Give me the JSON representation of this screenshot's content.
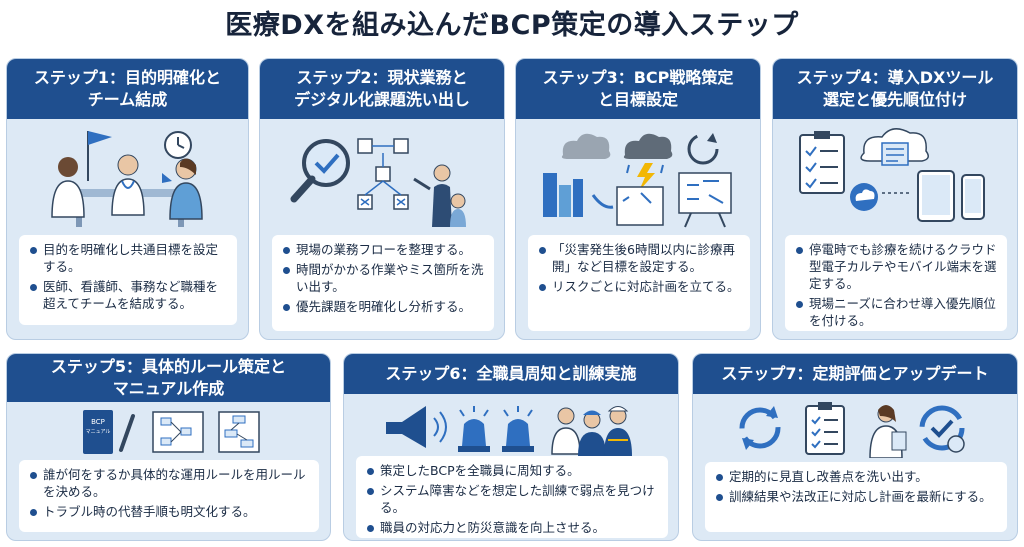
{
  "title": "医療DXを組み込んだBCP策定の導入ステップ",
  "steps": [
    {
      "heading": [
        "ステップ1：目的明確化と",
        "チーム結成"
      ],
      "bullets": [
        "目的を明確化し共通目標を設定する。",
        "医師、看護師、事務など職種を超えてチームを結成する。"
      ]
    },
    {
      "heading": [
        "ステップ2：現状業務と",
        "デジタル化課題洗い出し"
      ],
      "bullets": [
        "現場の業務フローを整理する。",
        "時間がかかる作業やミス箇所を洗い出す。",
        "優先課題を明確化し分析する。"
      ]
    },
    {
      "heading": [
        "ステップ3：BCP戦略策定",
        "と目標設定"
      ],
      "bullets": [
        "「災害発生後6時間以内に診療再開」など目標を設定する。",
        "リスクごとに対応計画を立てる。"
      ]
    },
    {
      "heading": [
        "ステップ4：導入DXツール",
        "選定と優先順位付け"
      ],
      "bullets": [
        "停電時でも診療を続けるクラウド型電子カルテやモバイル端末を選定する。",
        "現場ニーズに合わせ導入優先順位を付ける。"
      ]
    },
    {
      "heading": [
        "ステップ5：具体的ルール策定と",
        "マニュアル作成"
      ],
      "bullets": [
        "誰が何をするか具体的な運用ルールを用ルールを決める。",
        "トラブル時の代替手順も明文化する。"
      ],
      "book_label_1": "BCP",
      "book_label_2": "マニュアル"
    },
    {
      "heading": [
        "ステップ6：全職員周知と訓練実施"
      ],
      "bullets": [
        "策定したBCPを全職員に周知する。",
        "システム障害などを想定した訓練で弱点を見つける。",
        "職員の対応力と防災意識を向上させる。"
      ]
    },
    {
      "heading": [
        "ステップ7：定期評価とアップデート"
      ],
      "bullets": [
        "定期的に見直し改善点を洗い出す。",
        "訓練結果や法改正に対応し計画を最新にする。"
      ]
    }
  ],
  "colors": {
    "header": "#1f4f8f",
    "card_bg": "#dde9f5",
    "accent": "#2f6fc0",
    "warning": "#f2b705"
  }
}
